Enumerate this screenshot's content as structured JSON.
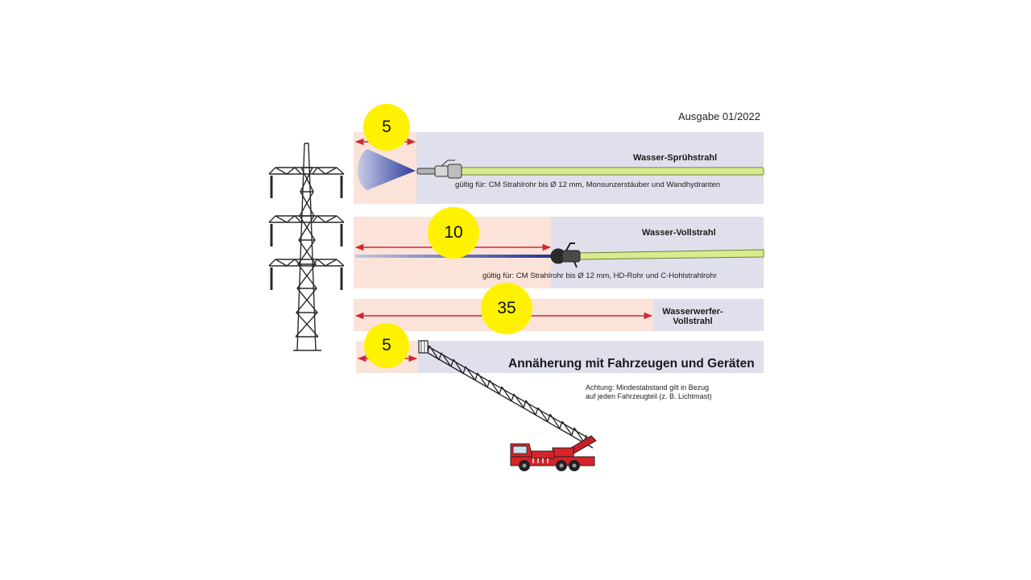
{
  "edition": "Ausgabe 01/2022",
  "bands": [
    {
      "distance": "5",
      "label": "Wasser-Sprühstrahl",
      "note": "gültig für: CM Strahlrohr bis Ø 12 mm, Monsunzerstäuber und Wandhydranten"
    },
    {
      "distance": "10",
      "label": "Wasser-Vollstrahl",
      "note": "gültig für: CM Strahlrohr bis Ø 12 mm, HD-Rohr und C-Hohlstrahlrohr"
    },
    {
      "distance": "35",
      "label_line1": "Wasserwerfer-",
      "label_line2": "Vollstrahl"
    },
    {
      "distance": "5",
      "label": "Annäherung mit Fahrzeugen und Geräten"
    }
  ],
  "warning": {
    "line1": "Achtung: Mindestabstand gilt in Bezug",
    "line2": "auf jeden Fahrzeugteil (z. B. Lichtmast)"
  },
  "colors": {
    "danger_zone": "#fbe3da",
    "band_background": "#dfe0ec",
    "arrow": "#d0282e",
    "badge": "#fff200",
    "hose": "#d7ec8c",
    "jet": "#2a3c9a",
    "truck": "#d8232a"
  },
  "icons": [
    "power-pylon-icon",
    "spray-nozzle-icon",
    "jet-nozzle-icon",
    "turntable-ladder-truck-icon"
  ]
}
